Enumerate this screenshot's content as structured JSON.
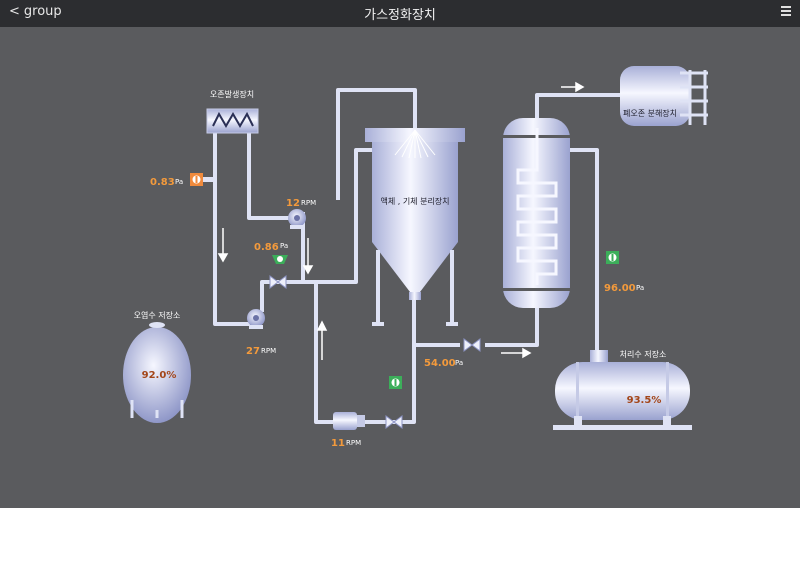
{
  "header": {
    "back_label": "group",
    "title": "가스정화장치"
  },
  "equipment": {
    "ozone_generator": "오존발생장치",
    "separator": "액체 , 기체 분리장치",
    "waste_ozone": "폐오존 분해장치",
    "wastewater_tank": "오염수 저장소",
    "treated_tank": "처리수 저장소"
  },
  "readings": {
    "valve_pressure_1": {
      "value": "0.83",
      "unit": "Pa"
    },
    "valve_pressure_2": {
      "value": "0.86",
      "unit": "Pa"
    },
    "valve_pressure_3": {
      "value": "54.00",
      "unit": "Pa"
    },
    "valve_pressure_4": {
      "value": "96.00",
      "unit": "Pa"
    },
    "pump_top": {
      "value": "12",
      "unit": "RPM"
    },
    "pump_mid": {
      "value": "27",
      "unit": "RPM"
    },
    "pump_bottom": {
      "value": "11",
      "unit": "RPM"
    },
    "wastewater_level": "92.0%",
    "treated_level": "93.5%"
  },
  "colors": {
    "background": "#5a5b5e",
    "pipe": "#dfe3f5",
    "value": "#f39a3c",
    "valve_orange": "#f08a3c",
    "valve_green": "#3cae5a"
  }
}
